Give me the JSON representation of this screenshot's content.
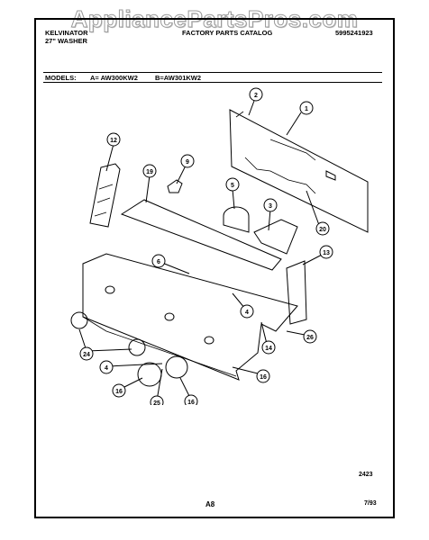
{
  "watermark": "AppliancePartsPros.com",
  "header": {
    "brand": "KELVINATOR",
    "product": "27\" WASHER",
    "catalog_title": "FACTORY PARTS CATALOG",
    "catalog_number": "5995241923",
    "models_label": "MODELS:",
    "model_a": "A= AW300KW2",
    "model_b": "B=AW301KW2"
  },
  "callouts": [
    "1",
    "2",
    "3",
    "4",
    "4",
    "5",
    "6",
    "9",
    "12",
    "13",
    "14",
    "16",
    "16",
    "16",
    "19",
    "20",
    "24",
    "25",
    "26"
  ],
  "footer": {
    "page_code": "2423",
    "section": "A8",
    "date": "7/93"
  }
}
